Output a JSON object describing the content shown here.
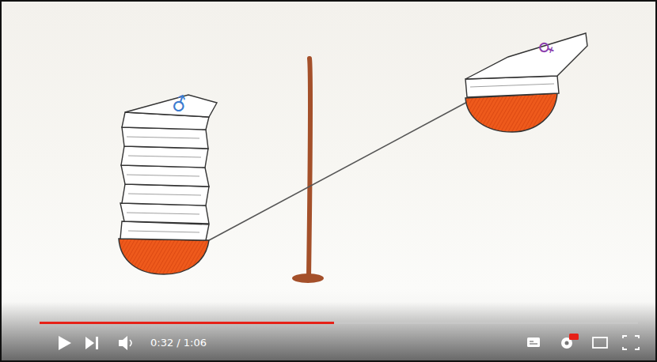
{
  "diagram": {
    "labels": [
      "♂",
      "♀",
      "0:32 / 1:06"
    ]
  }
}
